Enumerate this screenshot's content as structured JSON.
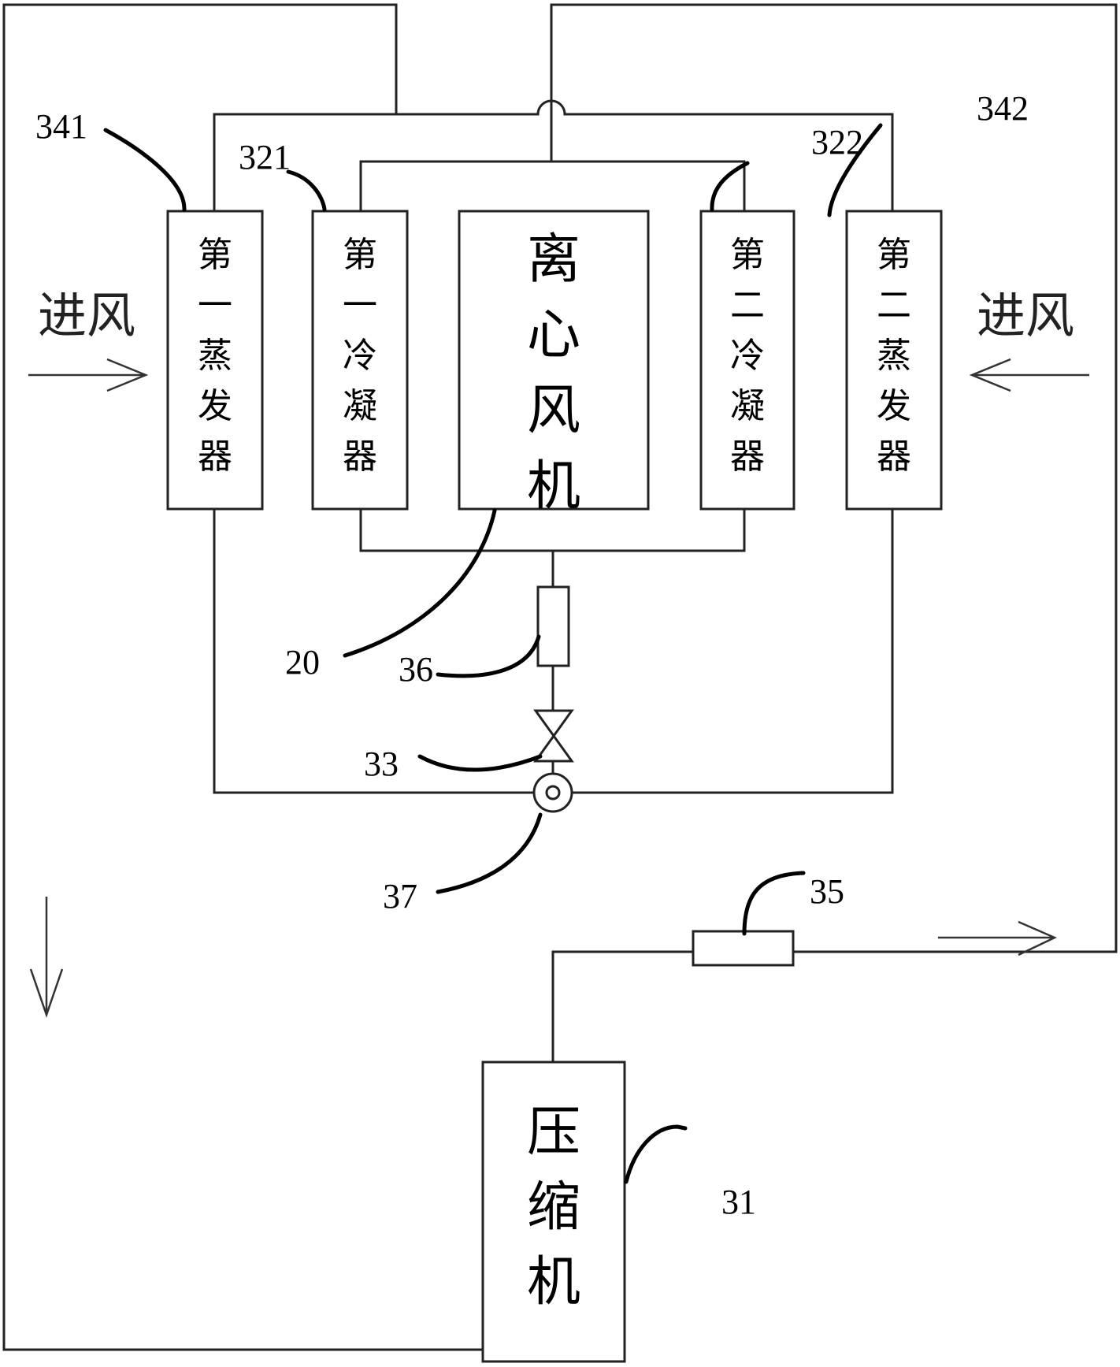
{
  "diagram": {
    "type": "refrigeration-circuit-schematic",
    "components": {
      "evaporator_1": {
        "label": "第一蒸发器",
        "ref": "341"
      },
      "condenser_1": {
        "label": "第一冷凝器",
        "ref": "321"
      },
      "centrifugal_fan": {
        "label": "离心风机",
        "ref": "20"
      },
      "condenser_2": {
        "label": "第二冷凝器",
        "ref": "322"
      },
      "evaporator_2": {
        "label": "第二蒸发器",
        "ref": "342"
      },
      "compressor": {
        "label": "压缩机",
        "ref": "31"
      },
      "filter_36": {
        "ref": "36"
      },
      "expansion_valve": {
        "ref": "33"
      },
      "junction_37": {
        "ref": "37"
      },
      "component_35": {
        "ref": "35"
      }
    },
    "airflow": {
      "left_inlet": "进风",
      "right_inlet": "进风"
    }
  }
}
